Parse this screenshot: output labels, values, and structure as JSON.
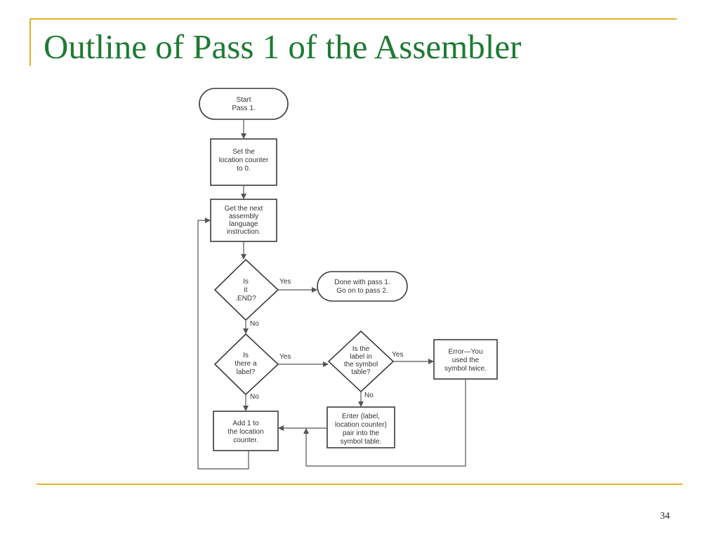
{
  "slide": {
    "title": "Outline of Pass 1 of the Assembler",
    "page_number": "34",
    "accent_color": "#E3B32B",
    "title_color": "#1E7A33"
  },
  "flowchart": {
    "nodes": {
      "start": [
        "Start",
        "Pass 1."
      ],
      "set_counter": [
        "Set the",
        "location counter",
        "to 0."
      ],
      "get_next": [
        "Get the next",
        "assembly",
        "language",
        "instruction."
      ],
      "is_end": [
        "Is",
        "it",
        ".END?"
      ],
      "done": [
        "Done with pass 1.",
        "Go on to pass 2."
      ],
      "is_label": [
        "Is",
        "there a",
        "label?"
      ],
      "in_symtab": [
        "Is the",
        "label in",
        "the symbol",
        "table?"
      ],
      "error": [
        "Error—You",
        "used the",
        "symbol twice."
      ],
      "add_one": [
        "Add 1 to",
        "the location",
        "counter."
      ],
      "enter_pair": [
        "Enter (label,",
        "location counter)",
        "pair into the",
        "symbol table."
      ]
    },
    "edge_labels": {
      "end_yes": "Yes",
      "end_no": "No",
      "label_yes": "Yes",
      "label_no": "No",
      "symtab_yes": "Yes",
      "symtab_no": "No"
    }
  }
}
